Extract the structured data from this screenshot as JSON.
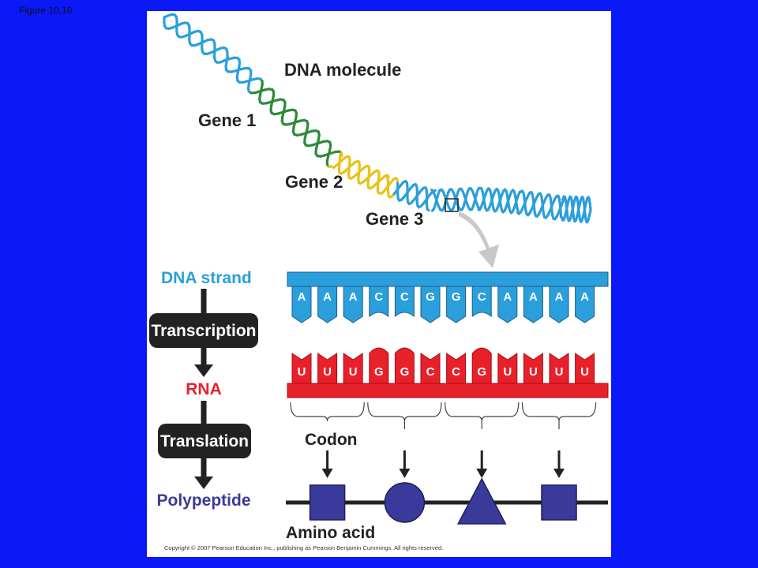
{
  "figure_label": "Figure 10.10",
  "labels": {
    "dna_molecule": "DNA molecule",
    "gene1": "Gene 1",
    "gene2": "Gene 2",
    "gene3": "Gene 3",
    "dna_strand": "DNA strand",
    "transcription": "Transcription",
    "rna": "RNA",
    "translation": "Translation",
    "polypeptide": "Polypeptide",
    "codon": "Codon",
    "amino_acid": "Amino acid"
  },
  "dna_bases": [
    "A",
    "A",
    "A",
    "C",
    "C",
    "G",
    "G",
    "C",
    "A",
    "A",
    "A",
    "A"
  ],
  "rna_bases": [
    "U",
    "U",
    "U",
    "G",
    "G",
    "C",
    "C",
    "G",
    "U",
    "U",
    "U",
    "U"
  ],
  "amino_acid_shapes": [
    "square",
    "circle",
    "triangle",
    "square"
  ],
  "copyright": "Copyright © 2007 Pearson Education Inc., publishing as Pearson Benjamin Cummings. All rights reserved.",
  "colors": {
    "background": "#0a19f5",
    "dna_blue": "#2a9fdb",
    "rna_red": "#e8202a",
    "polypeptide_navy": "#3a3a9a",
    "gene1_green": "#2e8a3a",
    "gene2_yellow": "#e8c21a",
    "process_box": "#222222"
  }
}
